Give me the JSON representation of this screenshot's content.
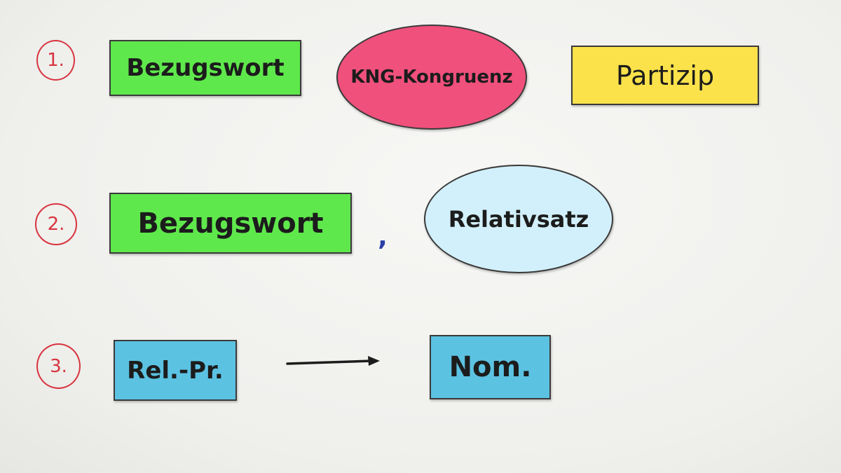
{
  "rows": [
    {
      "number": "1.",
      "items": [
        "Bezugswort",
        "KNG-Kongruenz",
        "Partizip"
      ]
    },
    {
      "number": "2.",
      "items": [
        "Bezugswort",
        ",",
        "Relativsatz"
      ]
    },
    {
      "number": "3.",
      "items": [
        "Rel.-Pr.",
        "Nom."
      ]
    }
  ],
  "colors": {
    "green": "#5fe84c",
    "pink": "#f0507c",
    "yellow": "#fbe24a",
    "light_blue": "#d2f0fb",
    "blue": "#5cc2e2",
    "number_red": "#d8343f"
  }
}
